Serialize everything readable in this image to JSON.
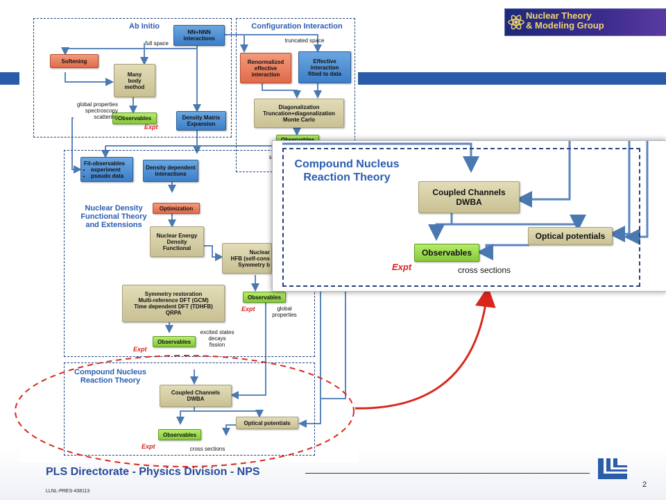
{
  "logo": {
    "line1": "Nuclear Theory",
    "line2": "& Modeling Group"
  },
  "diagram": {
    "sections": {
      "ab_initio": "Ab Initio",
      "config_interaction": "Configuration Interaction",
      "ndft": [
        "Nuclear Density",
        "Functional Theory",
        "and Extensions"
      ],
      "compound": [
        "Compound Nucleus",
        "Reaction Theory"
      ]
    },
    "boxes": {
      "nn_nnn": [
        "NN+NNN",
        "interactions"
      ],
      "softening": "Softening",
      "many_body": [
        "Many",
        "body",
        "method"
      ],
      "observables_ab": "Observables",
      "density_matrix": [
        "Density Matrix",
        "Expansion"
      ],
      "renormalized": [
        "Renormalized",
        "effective",
        "interaction"
      ],
      "effective": [
        "Effective",
        "interaction",
        "fitted to data"
      ],
      "diagonalization": [
        "Diagonalization",
        "Truncation+diagonalization",
        "Monte Carlo"
      ],
      "observables_ci": "Observables",
      "fit_observables": "Fit-observables",
      "fit_items": [
        "experiment",
        "pseudo data"
      ],
      "density_dependent": [
        "Density dependent",
        "interactions"
      ],
      "optimization": "Optimization",
      "nedf": [
        "Nuclear Energy",
        "Density",
        "Functional"
      ],
      "hfb": [
        "Nuclear",
        "HFB (self-cons",
        "Symmetry b"
      ],
      "symmetry": [
        "Symmetry restoration",
        "Multi-reference DFT (GCM)",
        "Time dependent DFT (TDHFB)",
        "QRPA"
      ],
      "observables_sym": "Observables",
      "observables_hfb": "Observables",
      "coupled": [
        "Coupled Channels",
        "DWBA"
      ],
      "optical": "Optical potentials",
      "observables_cn": "Observables"
    },
    "labels": {
      "full_space": "full space",
      "truncated_space": "truncated space",
      "global_props": [
        "global properties",
        "spectroscopy",
        "scattering"
      ],
      "global_props2": [
        "global",
        "properties"
      ],
      "excited": [
        "excited states",
        "decays",
        "fission"
      ],
      "cross_sections": "cross sections",
      "ci_partial": "sp",
      "expt": "Expt"
    }
  },
  "zoom": {
    "title": [
      "Compound Nucleus",
      "Reaction Theory"
    ],
    "coupled": [
      "Coupled Channels",
      "DWBA"
    ],
    "optical": "Optical potentials",
    "observables": "Observables",
    "expt": "Expt",
    "cross_sections": "cross sections"
  },
  "footer": {
    "title": "PLS Directorate - Physics Division - NPS",
    "code": "LLNL-PRES-438113",
    "page": "2"
  },
  "colors": {
    "bar": "#2a5caa",
    "title_blue": "#24489a",
    "callout_red": "#d9261c"
  }
}
